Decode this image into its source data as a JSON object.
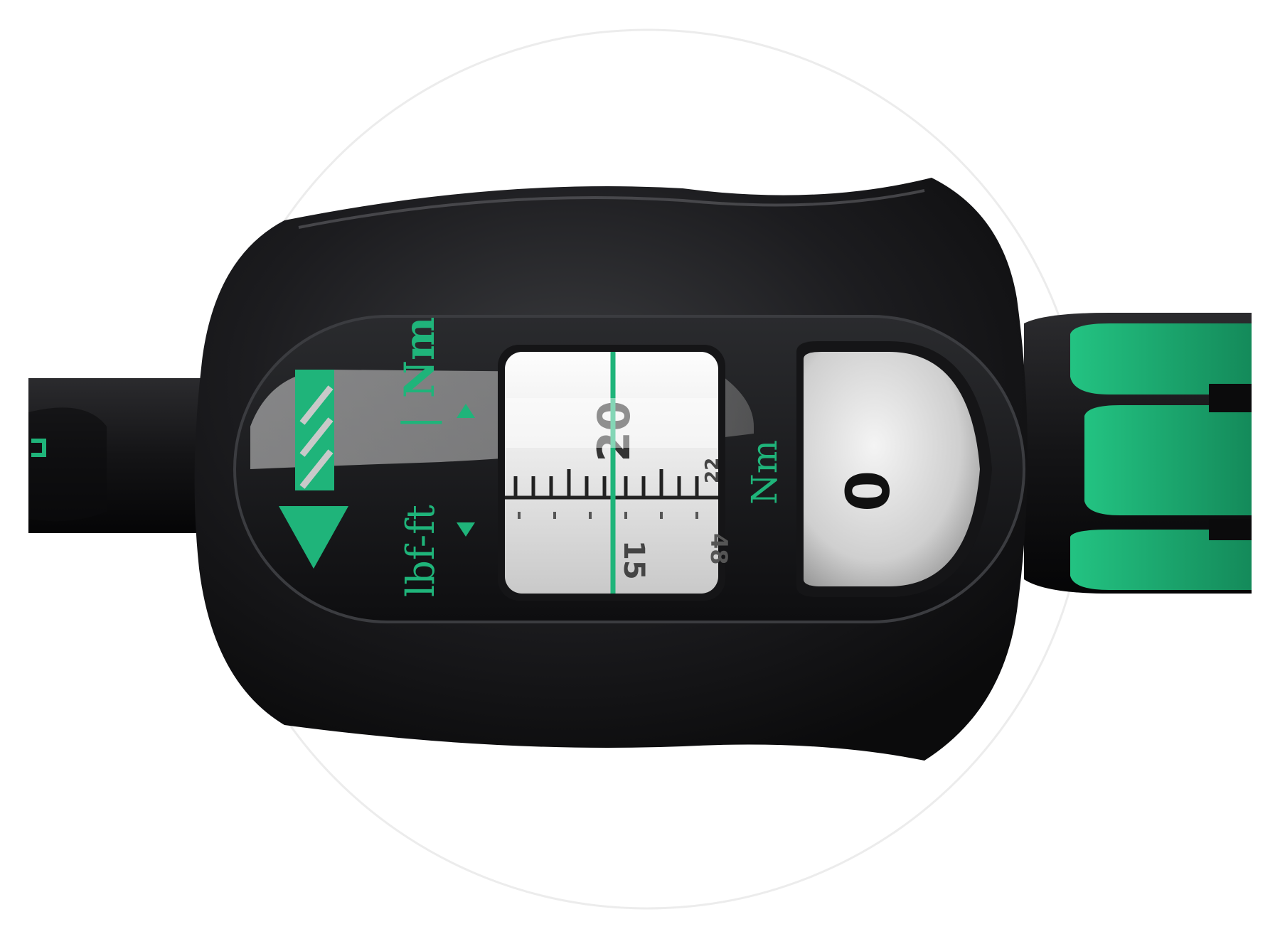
{
  "product": {
    "unit_label_primary": "Nm",
    "unit_separator": "|",
    "unit_label_secondary": "lbf-ft",
    "side_unit_label": "Nm",
    "zero_button_label": "0"
  },
  "scale_window": {
    "upper_value": "20",
    "lower_value": "15",
    "lower_partial_value": "48",
    "upper_partial_value": "22"
  },
  "colors": {
    "accent_green": "#1fb47a",
    "housing_black": "#1b1b1d",
    "window_white": "#f2f2f2"
  }
}
